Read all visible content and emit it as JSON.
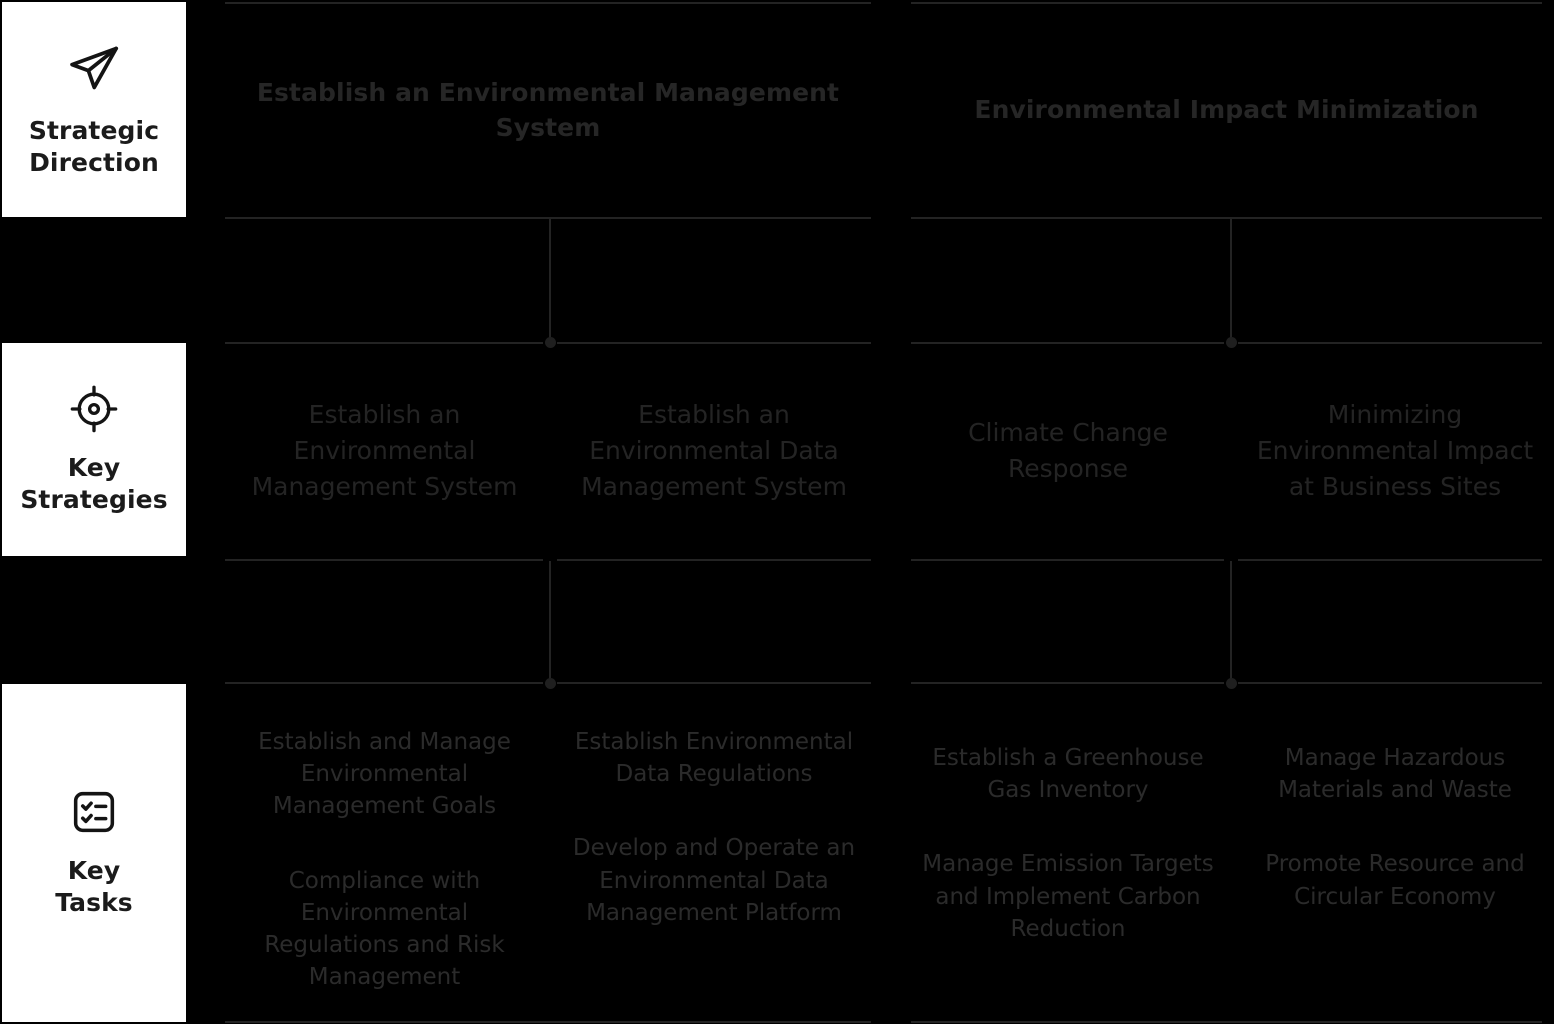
{
  "rail": {
    "rows": [
      {
        "label": "Strategic\nDirection",
        "icon": "send-paper-plane-icon"
      },
      {
        "label": "Key\nStrategies",
        "icon": "target-crosshair-icon"
      },
      {
        "label": "Key\nTasks",
        "icon": "checklist-icon"
      }
    ]
  },
  "strategic_directions": [
    {
      "title": "Establish an Environmental Management System"
    },
    {
      "title": "Environmental Impact Minimization"
    }
  ],
  "key_strategies": [
    {
      "title": "Establish an Environmental Management System"
    },
    {
      "title": "Establish an Environmental Data Management System"
    },
    {
      "title": "Climate Change Response"
    },
    {
      "title": "Minimizing Environmental Impact at Business Sites"
    }
  ],
  "key_tasks": [
    {
      "items": [
        "Establish and Manage Environmental Management Goals",
        "Compliance with Environmental Regulations and Risk Management"
      ]
    },
    {
      "items": [
        "Establish Environmental Data Regulations",
        "Develop and Operate an Environmental Data Management Platform"
      ]
    },
    {
      "items": [
        "Establish a Greenhouse Gas Inventory",
        "Manage Emission Targets and Implement Carbon Reduction"
      ]
    },
    {
      "items": [
        "Manage Hazardous Materials and Waste",
        "Promote Resource and Circular Economy"
      ]
    }
  ],
  "colors": {
    "background": "#000000",
    "panel": "#ffffff",
    "rule": "#232323",
    "heading_text": "#262626",
    "strategy_text": "#242424",
    "task_text": "#2b2b2b",
    "panel_text": "#1b1b1b"
  }
}
